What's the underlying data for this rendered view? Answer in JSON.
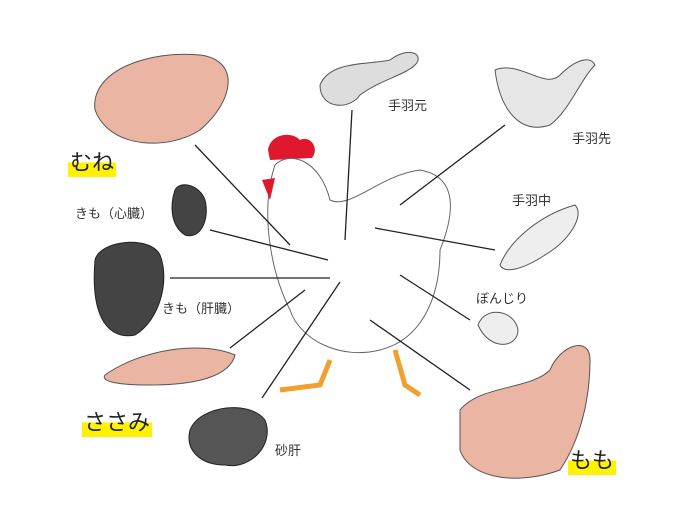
{
  "labels": {
    "mune": "むね",
    "tebamoto": "手羽元",
    "tebasaki": "手羽先",
    "tebanaka": "手羽中",
    "kimo_heart": "きも（心臓）",
    "kimo_liver": "きも（肝臓）",
    "bonjiri": "ぼんじり",
    "sasami": "ささみ",
    "sunagimo": "砂肝",
    "momo": "もも"
  },
  "colors": {
    "highlight": "#fff200",
    "meat": "#e9b8a4",
    "liver": "#4a4a4a",
    "comb": "#e0182d",
    "feet": "#f0a030"
  }
}
